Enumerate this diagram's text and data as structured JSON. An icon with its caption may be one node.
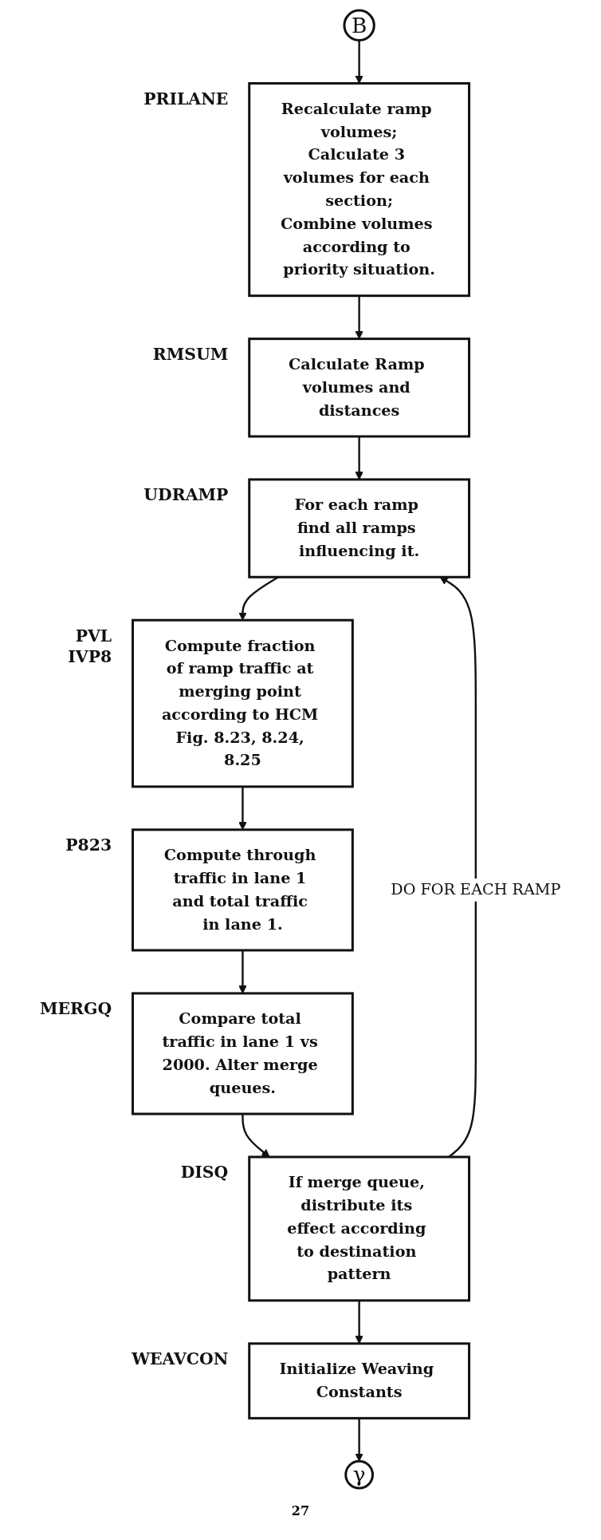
{
  "diagram": {
    "nodes": [
      {
        "text": [
          "B"
        ]
      },
      {
        "text": [
          "Recalculate ramp volumes;",
          "Calculate 3 volumes for each section;",
          "Combine volumes according to priority situation."
        ],
        "beside": [
          "PRILANE"
        ]
      },
      {
        "text": [
          "Calculate Ramp volumes and distances"
        ],
        "beside": [
          "RMSUM"
        ]
      },
      {
        "text": [
          "For each ramp find all ramps influencing it."
        ],
        "beside": [
          "UDRAMP"
        ]
      },
      {
        "text": [
          "Compute fraction of ramp traffic at merging point according to HCM Fig. 8.23, 8.24, 8.25"
        ],
        "beside": [
          "PVL",
          "IVP8"
        ]
      },
      {
        "text": [
          "Compute through traffic in lane 1 and total traffic in lane 1."
        ],
        "beside": [
          "P823"
        ]
      },
      {
        "text": [
          "Compare total traffic in lane 1 vs 2000. Alter merge queues."
        ],
        "beside": [
          "MERGQ"
        ]
      },
      {
        "text": [
          "If merge queue, distribute its effect according to destination pattern"
        ],
        "beside": [
          "DISQ"
        ]
      },
      {
        "text": [
          "Initialize Weaving Constants"
        ],
        "beside": [
          "WEAVCON"
        ]
      },
      {
        "text": [
          "γ"
        ]
      }
    ],
    "edges": [
      {
        "from": 0,
        "to": 1,
        "arrow": "to"
      },
      {
        "from": 1,
        "to": 2,
        "arrow": "to"
      },
      {
        "from": 2,
        "to": 3,
        "arrow": "to"
      },
      {
        "from": 3,
        "to": 4,
        "arrow": "to"
      },
      {
        "from": 4,
        "to": 5,
        "arrow": "to"
      },
      {
        "from": 5,
        "to": 6,
        "arrow": "to"
      },
      {
        "from": 6,
        "to": 7,
        "arrow": "to"
      },
      {
        "from": 7,
        "to": 8,
        "arrow": "to"
      },
      {
        "from": 8,
        "to": 9,
        "arrow": "to"
      },
      {
        "from": 7,
        "to": 3,
        "label": "DO FOR EACH RAMP",
        "arrow": "to"
      }
    ],
    "labels": [
      "27"
    ]
  }
}
